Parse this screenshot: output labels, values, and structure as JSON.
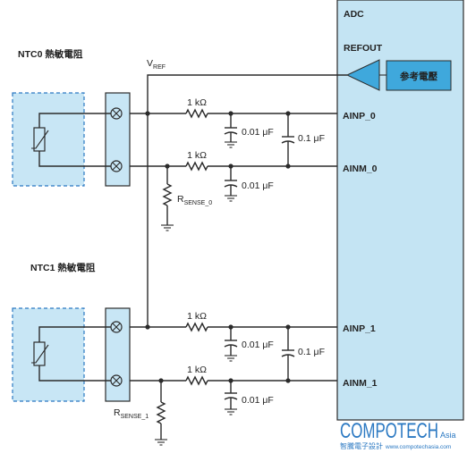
{
  "adc": {
    "title": "ADC",
    "refout": "REFOUT",
    "ref_box": "参考電壓",
    "pins": [
      "AINP_0",
      "AINM_0",
      "AINP_1",
      "AINM_1"
    ]
  },
  "ntc0": {
    "title": "NTC0 熱敏電阻"
  },
  "ntc1": {
    "title": "NTC1 熱敏電阻"
  },
  "vref": {
    "main": "V",
    "sub": "REF"
  },
  "components": {
    "r1k": "1 kΩ",
    "c001": "0.01 μF",
    "c01": "0.1 μF",
    "rsense0_main": "R",
    "rsense0_sub": "SENSE_0",
    "rsense1_main": "R",
    "rsense1_sub": "SENSE_1"
  },
  "brand": {
    "name": "COMPOTECH",
    "suffix": "Asia",
    "tagline": "智騰電子設計",
    "url": "www.compotechasia.com"
  },
  "colors": {
    "adc_fill": "#c4e4f3",
    "ref_fill": "#3fa8dc",
    "ntc_fill": "#c8e6f5",
    "brand_blue": "#2a78c2"
  }
}
